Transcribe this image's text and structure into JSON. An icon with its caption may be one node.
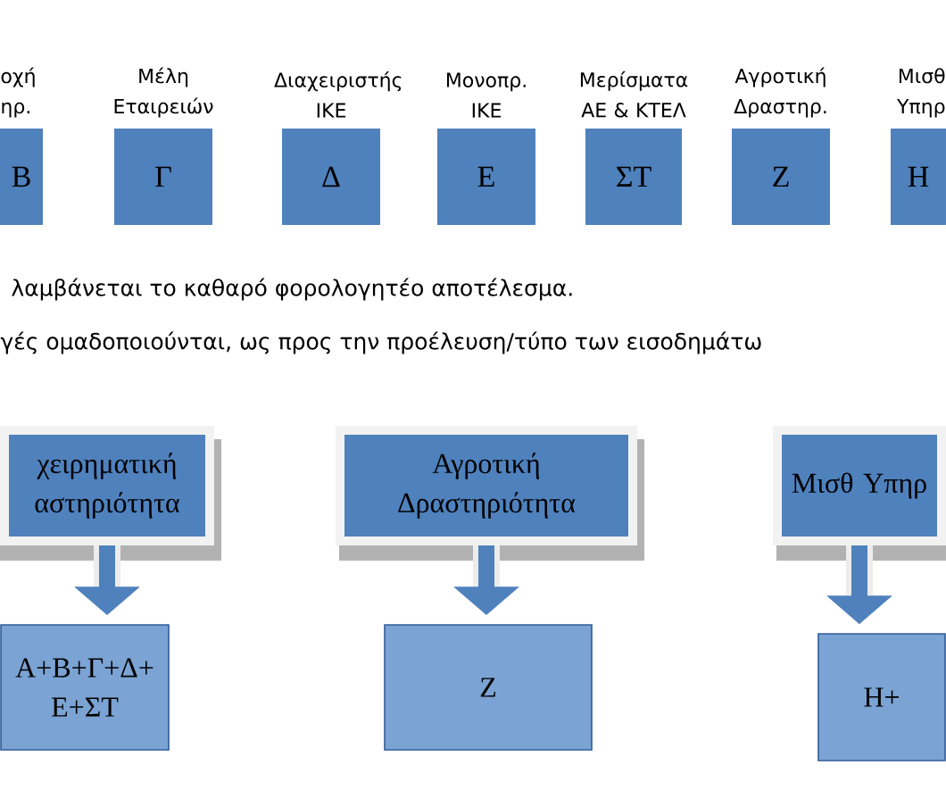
{
  "diagram": {
    "nodes": [
      {
        "text": [
          "οχή ηρ.",
          "Β"
        ]
      },
      {
        "text": [
          "Μέλη Εταιρειών",
          "Γ"
        ]
      },
      {
        "text": [
          "Διαχειριστής ΙΚΕ",
          "Δ"
        ]
      },
      {
        "text": [
          "Μονοπρ. ΙΚΕ",
          "Ε"
        ]
      },
      {
        "text": [
          "Μερίσματα ΑΕ & ΚΤΕΛ",
          "ΣΤ"
        ]
      },
      {
        "text": [
          "Αγροτική Δραστηρ.",
          "Ζ"
        ]
      },
      {
        "text": [
          "Μισθ Υπηρ",
          "Η"
        ]
      },
      {
        "text": [
          "χειρηματική αστηριότητα"
        ]
      },
      {
        "text": [
          "Α+Β+Γ+Δ+ Ε+ΣΤ"
        ]
      },
      {
        "text": [
          "Αγροτική Δραστηριότητα"
        ]
      },
      {
        "text": [
          "Ζ"
        ]
      },
      {
        "text": [
          "Μισθ Υπηρ"
        ]
      },
      {
        "text": [
          "Η+"
        ]
      }
    ],
    "edges": [
      {
        "from": 7,
        "to": 8,
        "arrow": "to"
      },
      {
        "from": 9,
        "to": 10,
        "arrow": "to"
      },
      {
        "from": 11,
        "to": 12,
        "arrow": "to"
      }
    ],
    "labels": [
      "λαμβάνεται το καθαρό φορολογητέο αποτέλεσμα.",
      "γές  ομαδοποιούνται, ως προς την προέλευση/τύπο των εισοδημάτω"
    ]
  }
}
